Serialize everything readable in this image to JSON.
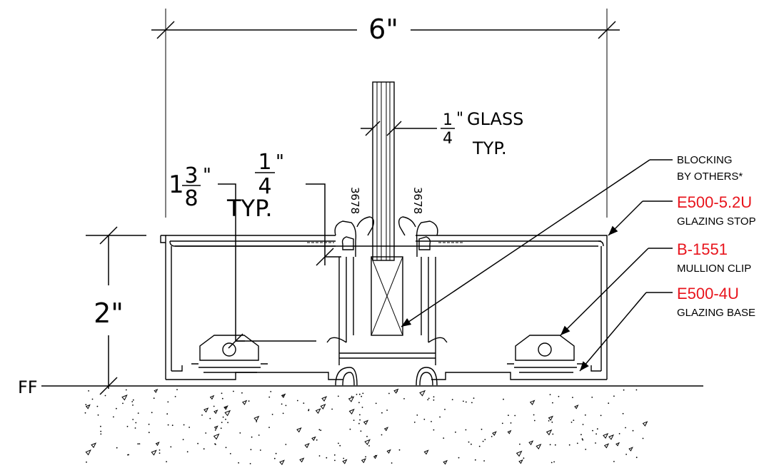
{
  "dimensions": {
    "overall_width": "6\"",
    "height": "2\"",
    "glass_fraction": {
      "num": "1",
      "den": "4",
      "inch": "\"",
      "text": "GLASS",
      "typ": "TYP."
    },
    "one_three_eighths": {
      "whole": "1",
      "num": "3",
      "den": "8",
      "inch": "\""
    },
    "quarter_typ": {
      "num": "1",
      "den": "4",
      "inch": "\"",
      "typ": "TYP."
    }
  },
  "floor_label": "FF",
  "gasket_codes": [
    "3678",
    "3678"
  ],
  "callouts": [
    {
      "part": "",
      "description_line1": "BLOCKING",
      "description_line2": "BY OTHERS*"
    },
    {
      "part": "E500-5.2U",
      "description": "GLAZING STOP"
    },
    {
      "part": "B-1551",
      "description": "MULLION CLIP"
    },
    {
      "part": "E500-4U",
      "description": "GLAZING BASE"
    }
  ],
  "colors": {
    "part_number": "#e8141c",
    "linework": "#000000",
    "background": "#ffffff"
  }
}
